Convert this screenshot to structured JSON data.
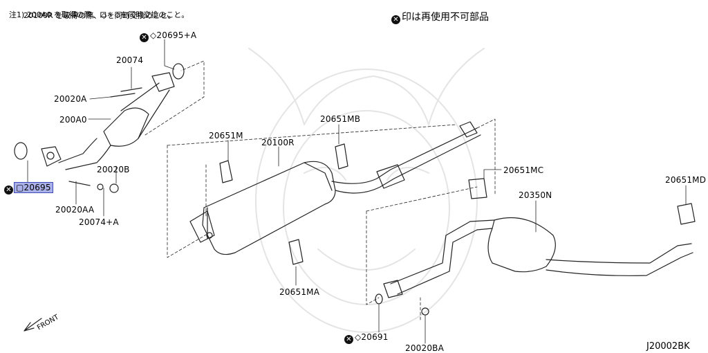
{
  "notes": {
    "line1_prefix": "注1)",
    "line1": "200A0 を取得の際、ロ・◇を同時交換のこと。",
    "line2": "20100R を取得の際、◇を同時交換のこと。"
  },
  "legend": {
    "symbol": "✕",
    "text": "印は再使用不可部品"
  },
  "labels": {
    "p20695A": "◇20695+A",
    "p20074": "20074",
    "p20020A": "20020A",
    "p200A0": "200A0",
    "p20020B": "20020B",
    "p20695": "▢20695",
    "p20020AA": "20020AA",
    "p20074A": "20074+A",
    "p20651M": "20651M",
    "p20100R": "20100R",
    "p20651MB": "20651MB",
    "p20651MA": "20651MA",
    "p20651MC": "20651MC",
    "p20350N": "20350N",
    "p20651MD": "20651MD",
    "p20691": "◇20691",
    "p20020BA": "20020BA"
  },
  "front_label": "FRONT",
  "diagram_code": "J20002BK",
  "colors": {
    "highlight": "#aab0e8",
    "highlight_border": "#3c4ab8",
    "line": "#222222"
  }
}
